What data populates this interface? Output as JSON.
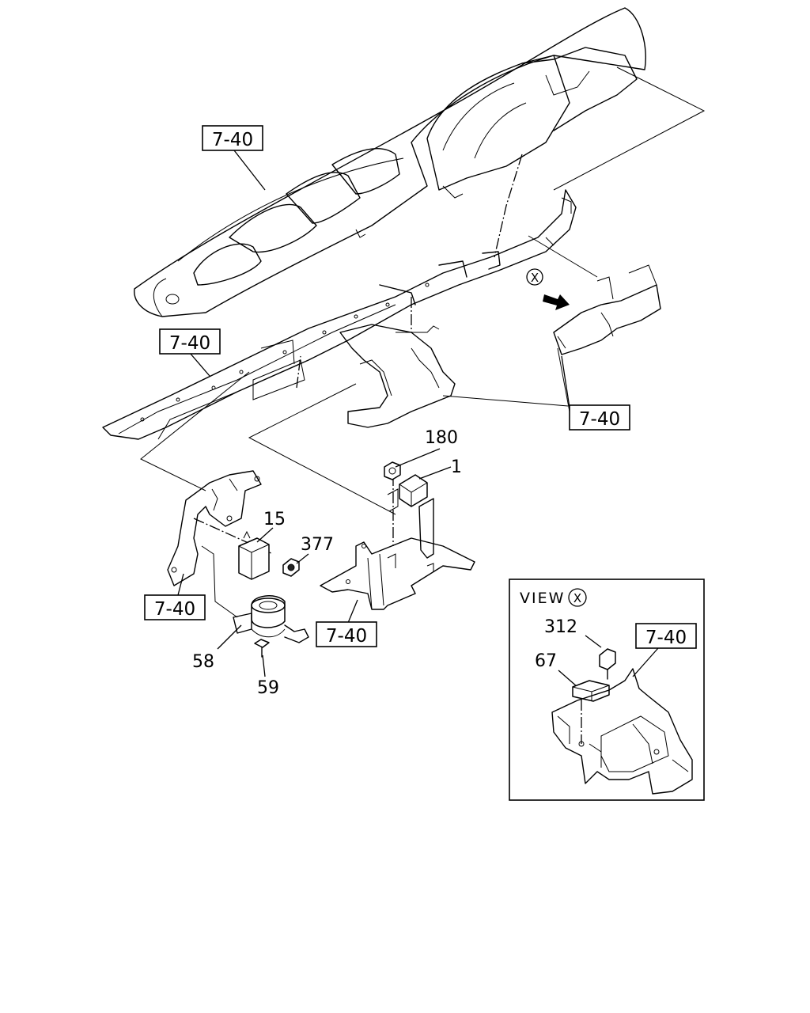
{
  "refs": {
    "ref_top": "7-40",
    "ref_left": "7-40",
    "ref_right": "7-40",
    "ref_bottom_left": "7-40",
    "ref_bottom_mid": "7-40",
    "ref_view": "7-40"
  },
  "parts": {
    "p180": "180",
    "p1": "1",
    "p15": "15",
    "p377": "377",
    "p58": "58",
    "p59": "59",
    "p312": "312",
    "p67": "67"
  },
  "view": {
    "label": "VIEW",
    "marker": "X"
  },
  "markers": {
    "x_main": "X"
  }
}
